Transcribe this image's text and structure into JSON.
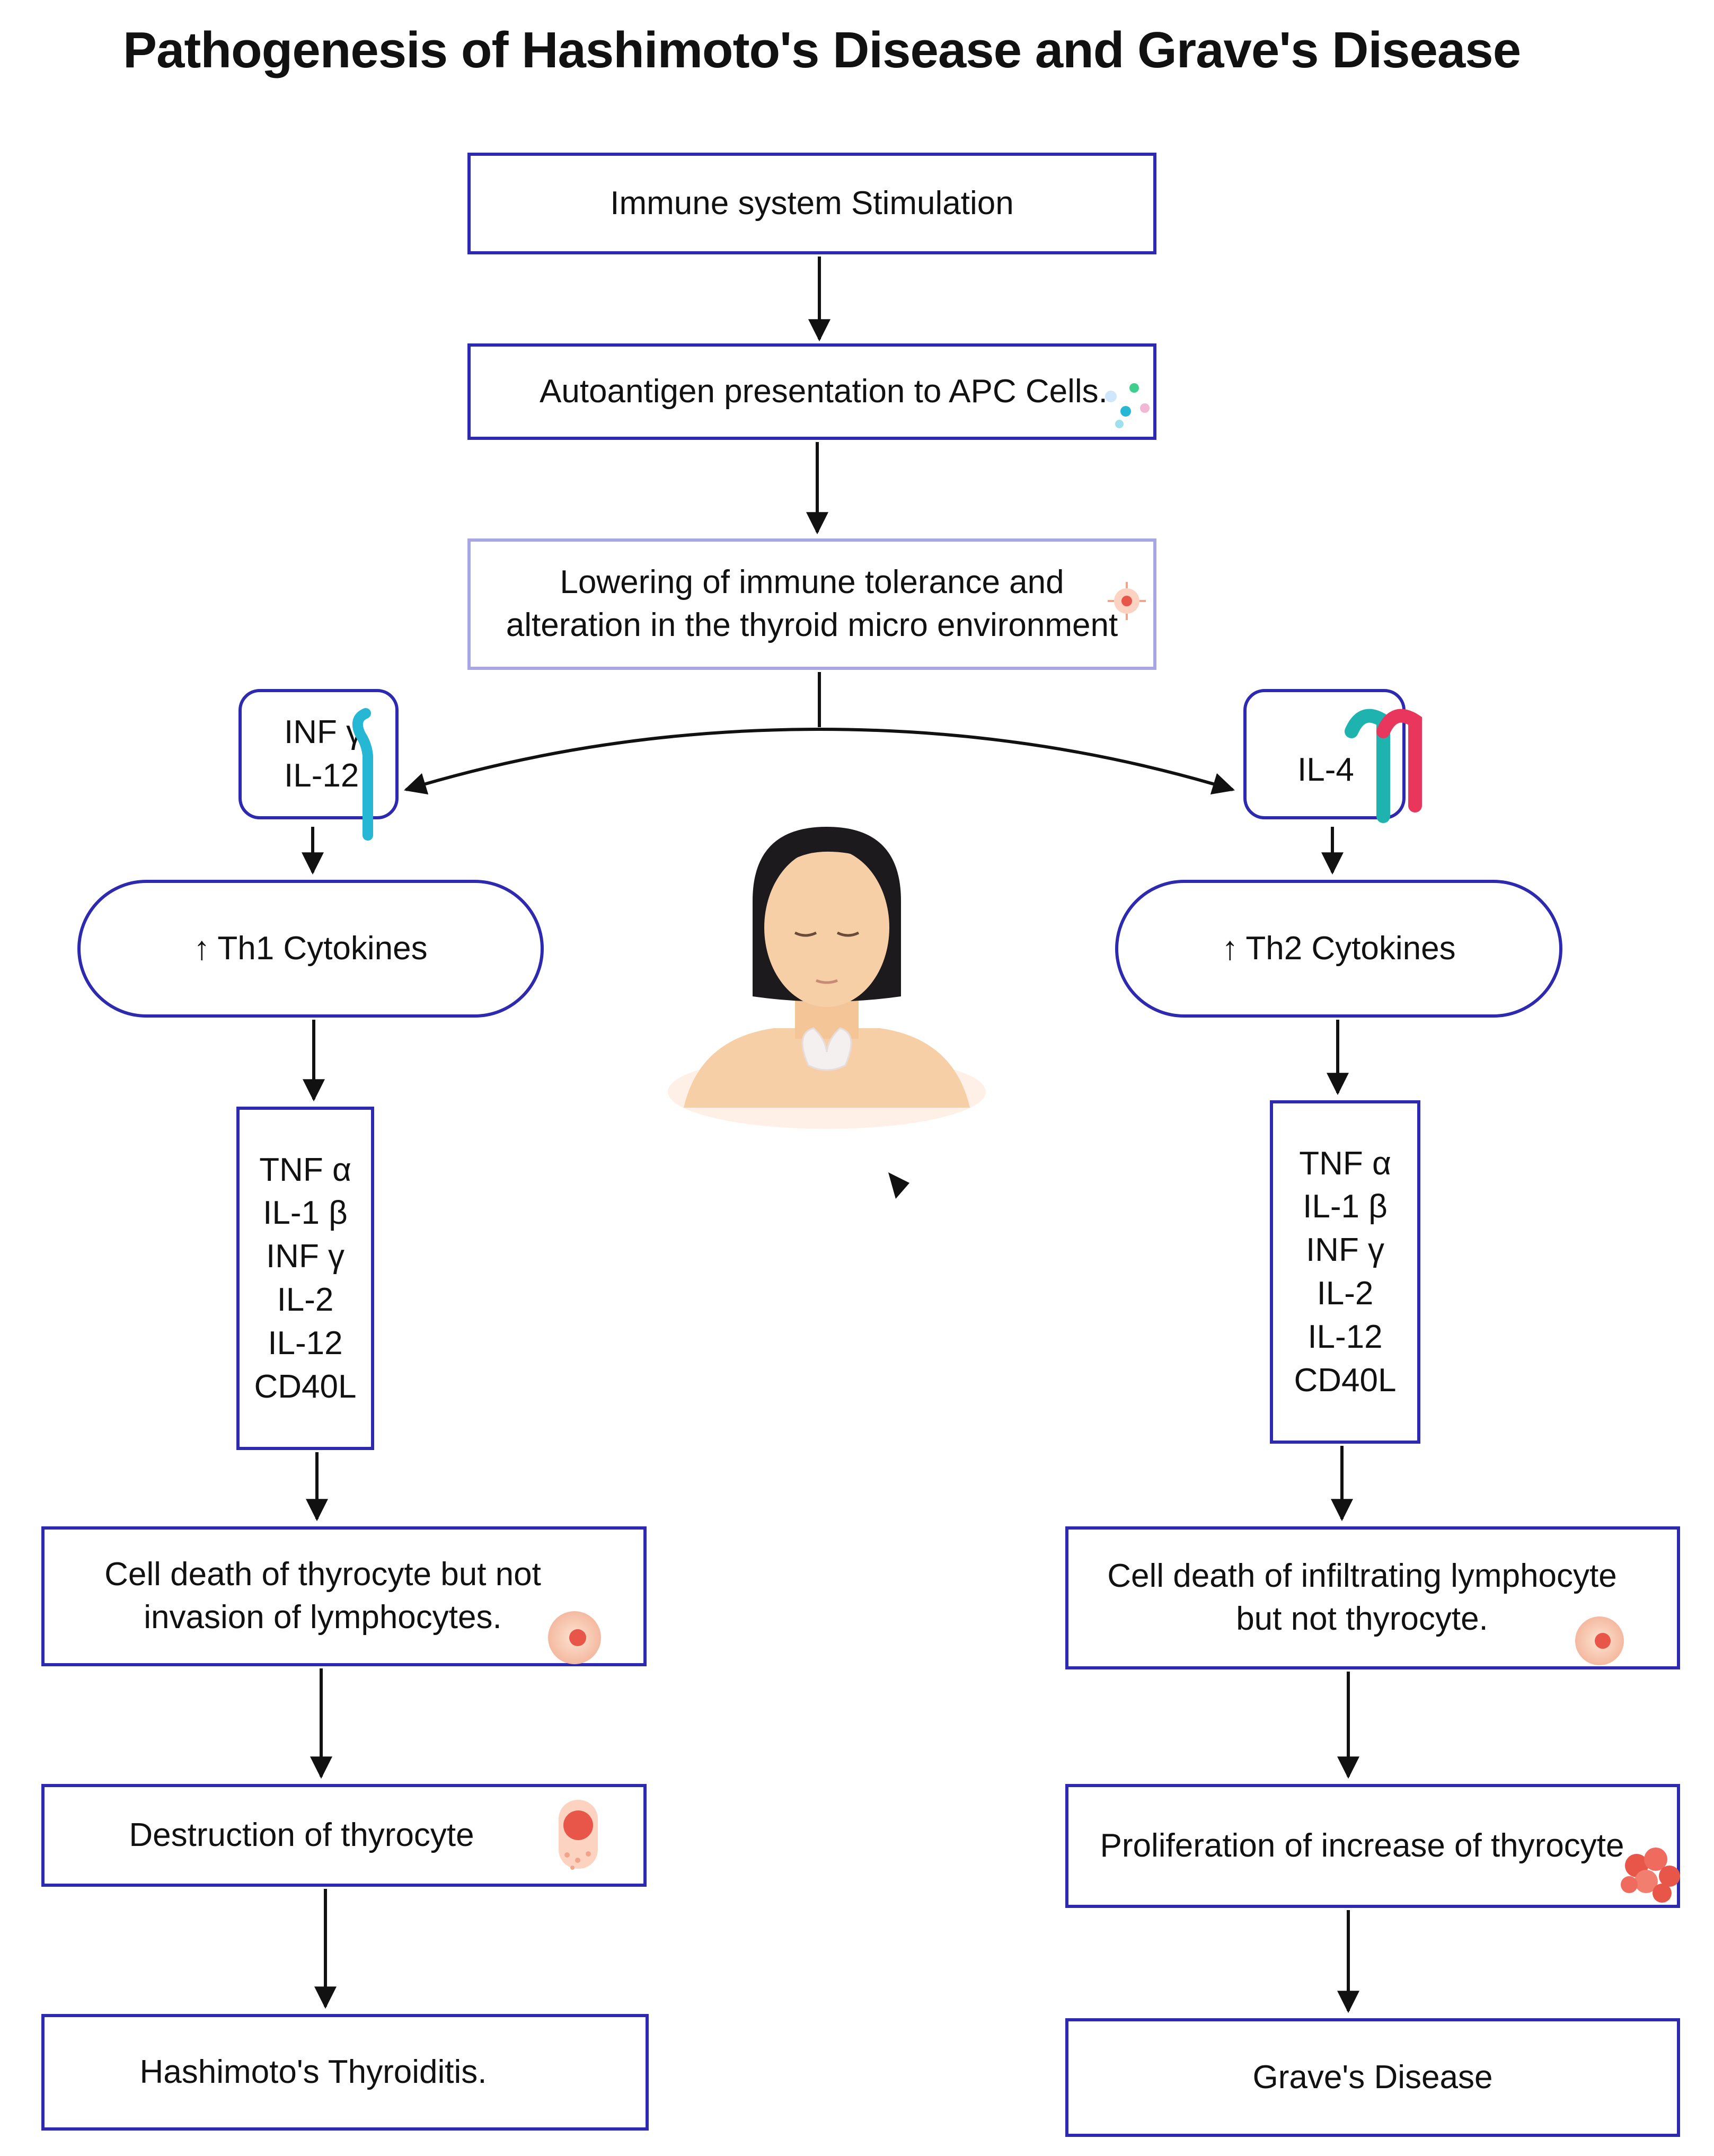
{
  "title": "Pathogenesis of Hashimoto's Disease and Grave's Disease",
  "colors": {
    "box_border": "#2e2ab0",
    "arrow": "#111111",
    "skin": "#f6cfa6",
    "hair": "#1c1a1c",
    "cell_red": "#e8564a",
    "cyan_receptor": "#25b7d3",
    "pink_receptor": "#e8365d"
  },
  "nodes": {
    "immune_stimulation": "Immune system Stimulation",
    "autoantigen": "Autoantigen presentation to APC Cells.",
    "tolerance_line1": "Lowering of immune tolerance and",
    "tolerance_line2": "alteration in the thyroid micro environment",
    "left_cytokine_in": [
      "INF γ",
      "IL-12"
    ],
    "right_cytokine_in": "IL-4",
    "th1": "Th1 Cytokines",
    "th2": "Th2 Cytokines",
    "up_arrow": "↑",
    "left_list": [
      "TNF α",
      "IL-1 β",
      "INF γ",
      "IL-2",
      "IL-12",
      "CD40L"
    ],
    "right_list": [
      "TNF α",
      "IL-1 β",
      "INF γ",
      "IL-2",
      "IL-12",
      "CD40L"
    ],
    "left_death_line1": "Cell death of thyrocyte but not",
    "left_death_line2": "invasion of lymphocytes.",
    "right_death_line1": "Cell death of infiltrating lymphocyte",
    "right_death_line2": "but not thyrocyte.",
    "left_destruction": "Destruction of thyrocyte",
    "right_proliferation": "Proliferation of increase of thyrocyte",
    "left_outcome": "Hashimoto's Thyroiditis.",
    "right_outcome": "Grave's Disease"
  },
  "icons": [
    "apc-cells-icon",
    "cell-icon",
    "receptor-icon",
    "thyrocyte-cell-icon",
    "woman-thyroid-illustration",
    "cell-cluster-icon"
  ]
}
